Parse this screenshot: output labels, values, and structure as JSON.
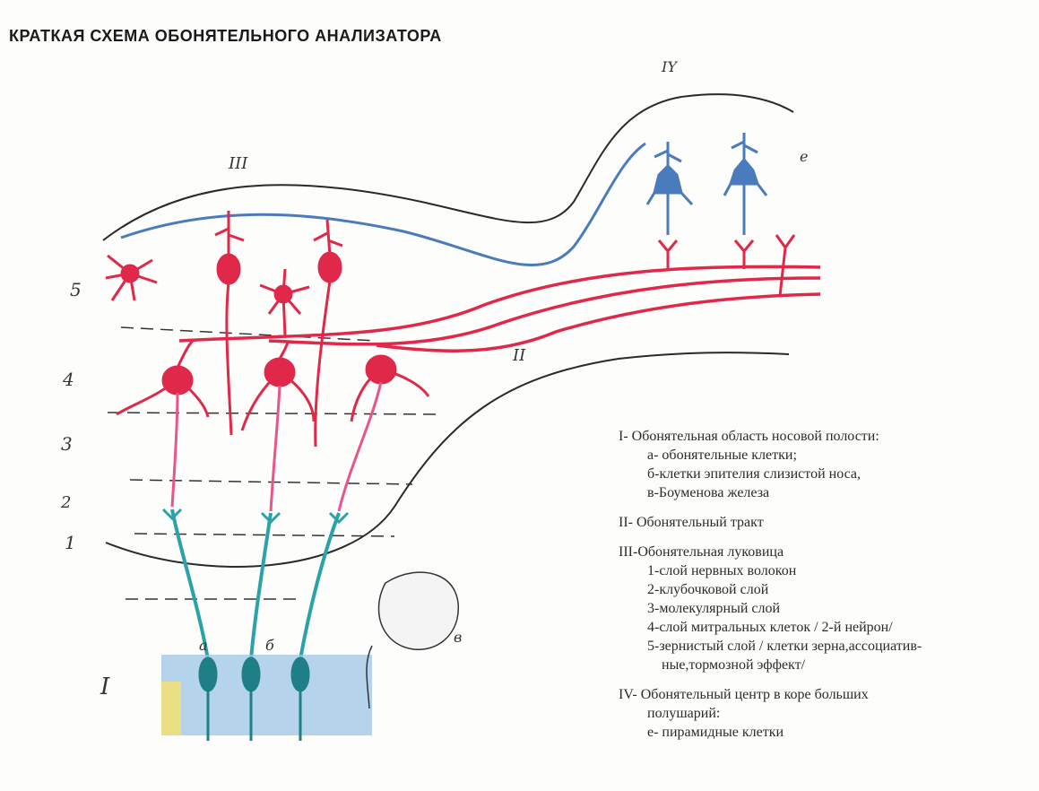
{
  "title": "КРАТКАЯ СХЕМА ОБОНЯТЕЛЬНОГО АНАЛИЗАТОРА",
  "roman_labels": {
    "I": "I",
    "II": "II",
    "III": "III",
    "IV": "IY"
  },
  "layer_numbers": [
    "5",
    "4",
    "3",
    "2",
    "1"
  ],
  "cell_letters": {
    "a": "а",
    "b": "б",
    "v": "в",
    "e": "е"
  },
  "colors": {
    "tract_red": "#e0284a",
    "glomerular_pink": "#e8558a",
    "receptor_teal": "#2aa3a8",
    "cortex_blue": "#4a7bbd",
    "epithelium_blue": "#9cc6e6",
    "outline": "#2a2a2a"
  },
  "legend": {
    "s1_head": "I- Обонятельная область носовой полости:",
    "s1_a": "а- обонятельные клетки;",
    "s1_b": "б-клетки эпителия слизистой носа,",
    "s1_v": "в-Боуменова железа",
    "s2_head": "II- Обонятельный тракт",
    "s3_head": "III-Обонятельная луковица",
    "s3_1": "1-слой нервных волокон",
    "s3_2": "2-клубочковой слой",
    "s3_3": "3-молекулярный слой",
    "s3_4": "4-слой митральных клеток / 2-й нейрон/",
    "s3_5": "5-зернистый слой / клетки зерна,ассоциатив-",
    "s3_5b": "ные,тормозной эффект/",
    "s4_head": "IV- Обонятельный центр в коре больших",
    "s4_head2": "полушарий:",
    "s4_e": "е- пирамидные клетки"
  }
}
